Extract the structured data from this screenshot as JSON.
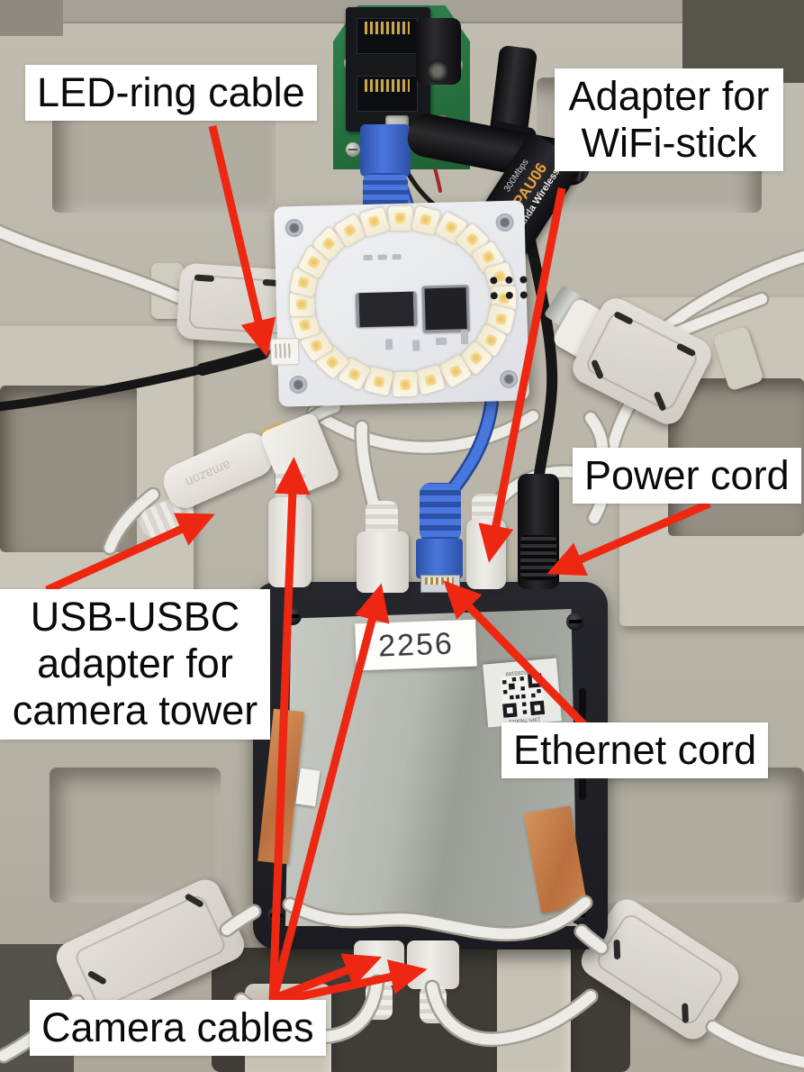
{
  "annotations": {
    "led_ring_cable": "LED-ring cable",
    "adapter_wifi": {
      "line1": "Adapter for",
      "line2": "WiFi-stick"
    },
    "power_cord": "Power cord",
    "usb_usbc": {
      "line1": "USB-USBC",
      "line2": "adapter for",
      "line3": "camera tower"
    },
    "ethernet_cord": "Ethernet cord",
    "camera_cables": "Camera cables"
  },
  "device": {
    "unit_sticker": "2256",
    "qr_sticker": {
      "line1": "13PI-7N0021",
      "line2": "2205283169"
    }
  },
  "wifi_stick": {
    "speed": "300Mbps",
    "model": "PAU06",
    "brand": "Panda Wireless"
  },
  "green_pcb": {
    "terminal_minus": "-",
    "terminal_plus": "+"
  },
  "usb_adapter": {
    "brand": "amazon"
  },
  "leds": {
    "count": 24
  },
  "colors": {
    "arrow_red": "#ee2712",
    "label_bg": "#ffffff",
    "label_text": "#0a0a0a",
    "enclosure_beige": "#bab6aa",
    "pcb_green": "#27723f",
    "led_pcb_white": "#eceef0",
    "ethernet_blue": "#4a77dd",
    "shield_silver": "#b6b8b2",
    "device_black": "#1b1b21"
  }
}
